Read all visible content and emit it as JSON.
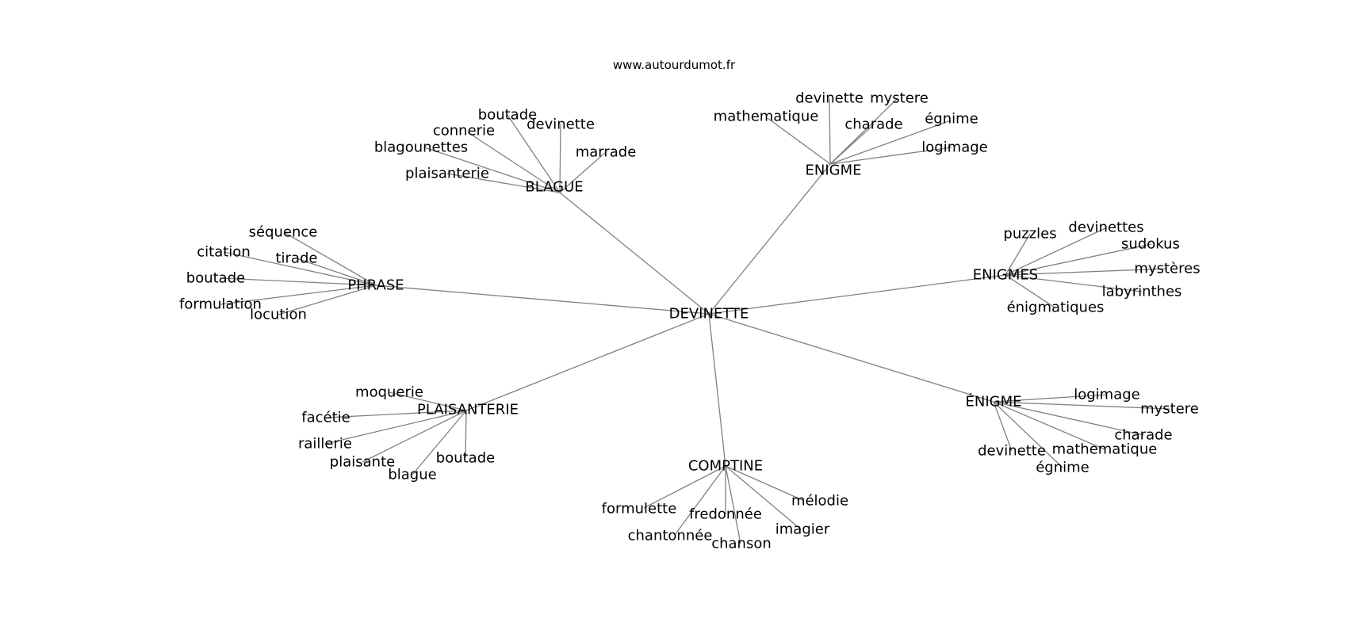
{
  "site": "www.autourdumot.fr",
  "center": "DEVINETTE",
  "clusters": [
    {
      "label": "BLAGUE",
      "children": [
        "boutade",
        "devinette",
        "connerie",
        "marrade",
        "blagounettes",
        "plaisanterie"
      ]
    },
    {
      "label": "ENIGME",
      "children": [
        "devinette",
        "mystere",
        "mathematique",
        "charade",
        "égnime",
        "logimage"
      ]
    },
    {
      "label": "PHRASE",
      "children": [
        "séquence",
        "citation",
        "tirade",
        "boutade",
        "formulation",
        "locution"
      ]
    },
    {
      "label": "ENIGMES",
      "children": [
        "puzzles",
        "devinettes",
        "sudokus",
        "mystères",
        "labyrinthes",
        "énigmatiques"
      ]
    },
    {
      "label": "PLAISANTERIE",
      "children": [
        "moquerie",
        "facétie",
        "raillerie",
        "boutade",
        "plaisante",
        "blague"
      ]
    },
    {
      "label": "ÉNIGME",
      "children": [
        "logimage",
        "mystere",
        "charade",
        "devinette",
        "mathematique",
        "égnime"
      ]
    },
    {
      "label": "COMPTINE",
      "children": [
        "formulette",
        "mélodie",
        "fredonnée",
        "imagier",
        "chantonnée",
        "chanson"
      ]
    }
  ]
}
